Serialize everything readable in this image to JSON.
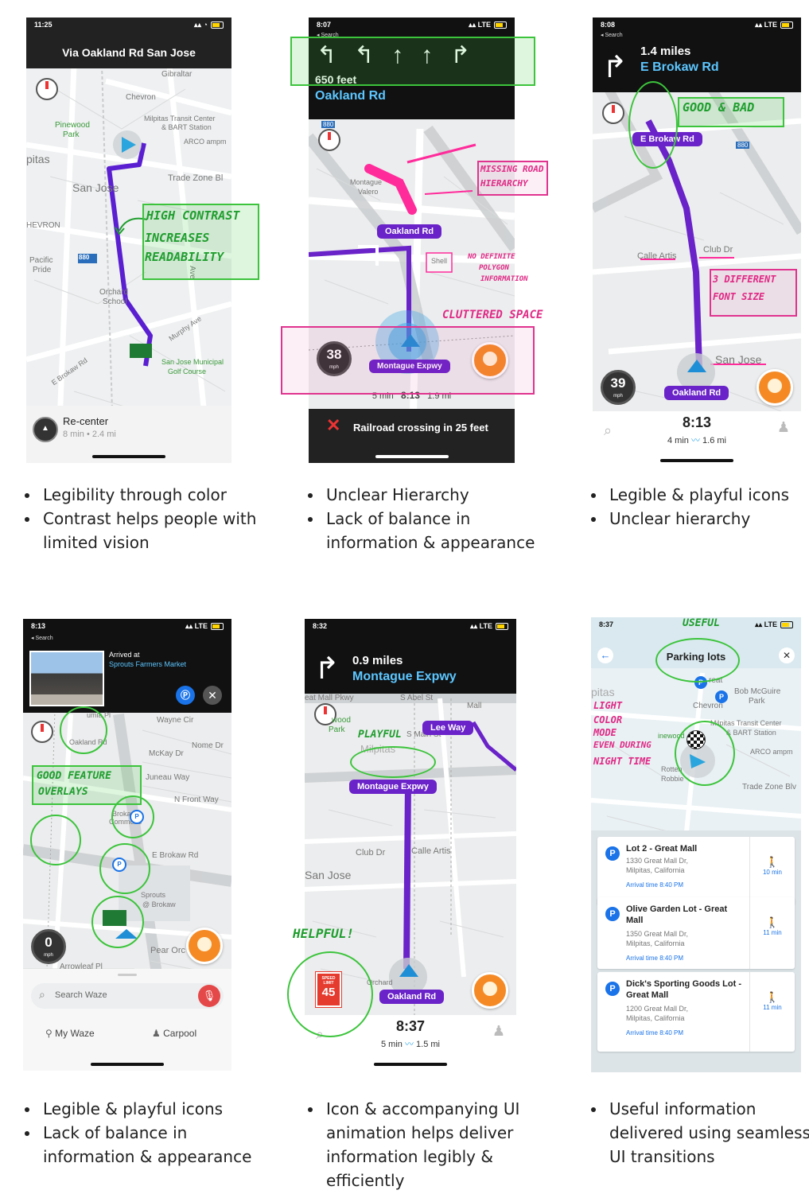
{
  "s1": {
    "time": "11:25",
    "title": "Via Oakland Rd San Jose",
    "map_labels": [
      "Gibraltar",
      "Chevron",
      "Milpitas Transit Center",
      "& BART Station",
      "ARCO ampm",
      "Pinewood",
      "Park",
      "pitas",
      "Trade Zone Bl",
      "San Jose",
      "HEVRON",
      "Pacific",
      "Pride",
      "Orchard",
      "School",
      "Murphy Ave",
      "E Brokaw Rd",
      "San Jose Municipal",
      "Golf Course",
      "Ave",
      "880"
    ],
    "recenter_label": "Re-center",
    "recenter_sub": "8 min • 2.4 mi",
    "note": [
      "HIGH CONTRAST",
      "INCREASES",
      "READABILITY"
    ],
    "bullets": [
      "Legibility through color",
      "Contrast helps people with limited vision"
    ]
  },
  "s2": {
    "time": "8:07",
    "back": "◂ Search",
    "distance": "650 feet",
    "street": "Oakland Rd",
    "map_labels": [
      "Montague",
      "Valero",
      "Shell",
      "880"
    ],
    "street_pill": "Oakland Rd",
    "street_pill2": "Montague Expwy",
    "speed": "38",
    "speed_unit": "mph",
    "eta_time": "8:13",
    "eta_min": "5 min",
    "eta_dist": "1.9 mi",
    "alert": "Railroad crossing in 25 feet",
    "note_missing": [
      "MISSING ROAD",
      "HIERARCHY"
    ],
    "note_polygon": [
      "NO DEFINITE",
      "POLYGON",
      "INFORMATION"
    ],
    "note_cluttered": "CLUTTERED SPACE",
    "bullets": [
      "Unclear Hierarchy",
      "Lack of balance in information & appearance"
    ]
  },
  "s3": {
    "time": "8:08",
    "back": "◂ Search",
    "distance": "1.4 miles",
    "street": "E Brokaw Rd",
    "map_labels": [
      "Calle Artis",
      "Club Dr",
      "San Jose",
      "880"
    ],
    "street_pill_top": "E Brokaw Rd",
    "street_pill": "Oakland Rd",
    "speed": "39",
    "speed_unit": "mph",
    "eta_time": "8:13",
    "eta_min": "4 min",
    "eta_dist": "1.6 mi",
    "note_good": "GOOD & BAD",
    "note_font": [
      "3 DIFFERENT",
      "FONT SIZE"
    ],
    "bullets": [
      "Legible & playful icons",
      "Unclear hierarchy"
    ]
  },
  "s4": {
    "time": "8:13",
    "back": "◂ Search",
    "arrived_at": "Arrived at",
    "arrived_place": "Sprouts Farmers Market",
    "map_labels": [
      "Wayne Cir",
      "Oakland Rd",
      "McKay Dr",
      "Nome Dr",
      "Juneau Way",
      "N Front Way",
      "Brokaw",
      "Commons",
      "E Brokaw Rd",
      "Sprouts",
      "@ Brokaw",
      "Pear Orc",
      "Arrowleaf Pl",
      "umia Pl"
    ],
    "speed": "0",
    "speed_unit": "mph",
    "search_placeholder": "Search Waze",
    "tab_mywaze": "My Waze",
    "tab_carpool": "Carpool",
    "note": [
      "GOOD FEATURE",
      "OVERLAYS"
    ],
    "bullets": [
      "Legible & playful icons",
      "Lack of balance in information & appearance"
    ]
  },
  "s5": {
    "time": "8:32",
    "distance": "0.9 miles",
    "street": "Montague Expwy",
    "map_labels": [
      "eat Mall Pkwy",
      "S Abel St",
      "Mall",
      "wood",
      "Park",
      "Milpitas",
      "S Main St",
      "Club Dr",
      "Calle Artis",
      "San Jose",
      "Orchard"
    ],
    "street_pill_lee": "Lee Way",
    "street_pill": "Montague Expwy",
    "street_pill2": "Oakland Rd",
    "speed_limit_label": "SPEED LIMIT",
    "speed_limit": "45",
    "eta_time": "8:37",
    "eta_min": "5 min",
    "eta_dist": "1.5 mi",
    "note_playful": "PLAYFUL",
    "note_helpful": "HELPFUL!",
    "bullets": [
      "Icon & accompanying UI animation helps deliver information legibly & efficiently"
    ]
  },
  "s6": {
    "time": "8:37",
    "title": "Parking lots",
    "map_labels": [
      "pitas",
      "reat",
      "Bob McGuire",
      "Park",
      "Chevron",
      "Milpitas Transit Center",
      "& BART Station",
      "inewood",
      "ARCO ampm",
      "Rotten",
      "Robbie",
      "Trade Zone Blv"
    ],
    "note_useful": "USEFUL",
    "note_night": [
      "LIGHT",
      "COLOR",
      "MODE",
      "EVEN DURING",
      "NIGHT TIME"
    ],
    "lots": [
      {
        "name": "Lot 2 - Great Mall",
        "addr1": "1330 Great Mall Dr,",
        "addr2": "Milpitas, California",
        "arrival": "Arrival time 8:40 PM",
        "walk": "10 min"
      },
      {
        "name": "Olive Garden Lot - Great Mall",
        "addr1": "1350 Great Mall Dr,",
        "addr2": "Milpitas, California",
        "arrival": "Arrival time 8:40 PM",
        "walk": "11 min"
      },
      {
        "name": "Dick's Sporting Goods Lot - Great Mall",
        "addr1": "1200 Great Mall Dr,",
        "addr2": "Milpitas, California",
        "arrival": "Arrival time 8:40 PM",
        "walk": "11 min"
      }
    ],
    "bullets": [
      "Useful information delivered using seamless UI transitions"
    ]
  }
}
